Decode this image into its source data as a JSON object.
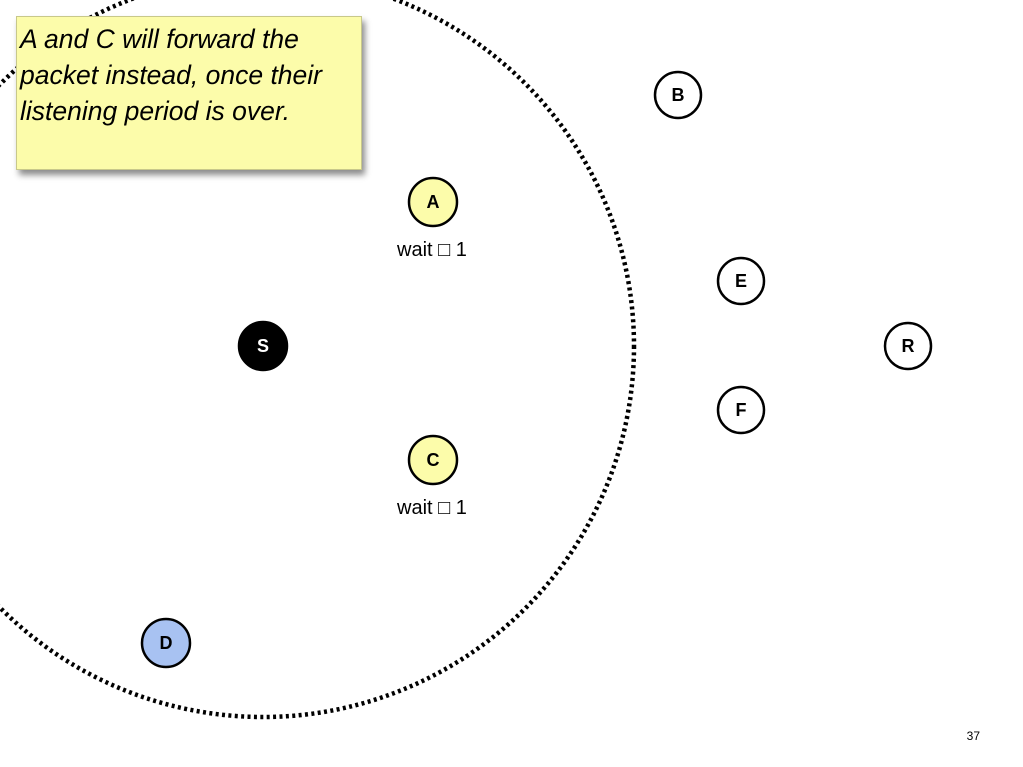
{
  "note": {
    "text": "A and C will forward the packet instead, once their listening period is over."
  },
  "nodes": {
    "S": {
      "label": "S",
      "fill": "#000000",
      "text_color": "#ffffff"
    },
    "A": {
      "label": "A",
      "fill": "#fcfcaa",
      "text_color": "#000000"
    },
    "B": {
      "label": "B",
      "fill": "#ffffff",
      "text_color": "#000000"
    },
    "C": {
      "label": "C",
      "fill": "#fcfcaa",
      "text_color": "#000000"
    },
    "D": {
      "label": "D",
      "fill": "#a8c2f2",
      "text_color": "#000000"
    },
    "E": {
      "label": "E",
      "fill": "#ffffff",
      "text_color": "#000000"
    },
    "F": {
      "label": "F",
      "fill": "#ffffff",
      "text_color": "#000000"
    },
    "R": {
      "label": "R",
      "fill": "#ffffff",
      "text_color": "#000000"
    }
  },
  "wait_labels": {
    "A": "wait □ 1",
    "C": "wait □ 1"
  },
  "page_number": "37"
}
